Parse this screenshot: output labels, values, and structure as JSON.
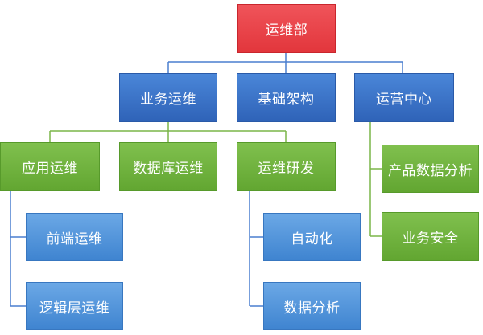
{
  "root": {
    "label": "运维部"
  },
  "level1": [
    {
      "label": "业务运维"
    },
    {
      "label": "基础架构"
    },
    {
      "label": "运营中心"
    }
  ],
  "level2": [
    {
      "label": "应用运维"
    },
    {
      "label": "数据库运维"
    },
    {
      "label": "运维研发"
    }
  ],
  "app_ops_children": [
    {
      "label": "前端运维"
    },
    {
      "label": "逻辑层运维"
    }
  ],
  "dev_ops_children": [
    {
      "label": "自动化"
    },
    {
      "label": "数据分析"
    }
  ],
  "ops_center_children": [
    {
      "label": "产品数据分析"
    },
    {
      "label": "业务安全"
    }
  ],
  "colors": {
    "root": "#e2363c",
    "level1": "#2f63b8",
    "green": "#62a631",
    "leaf_blue": "#3f84d0",
    "line_blue": "#4a7fcf",
    "line_green": "#7ab648"
  }
}
